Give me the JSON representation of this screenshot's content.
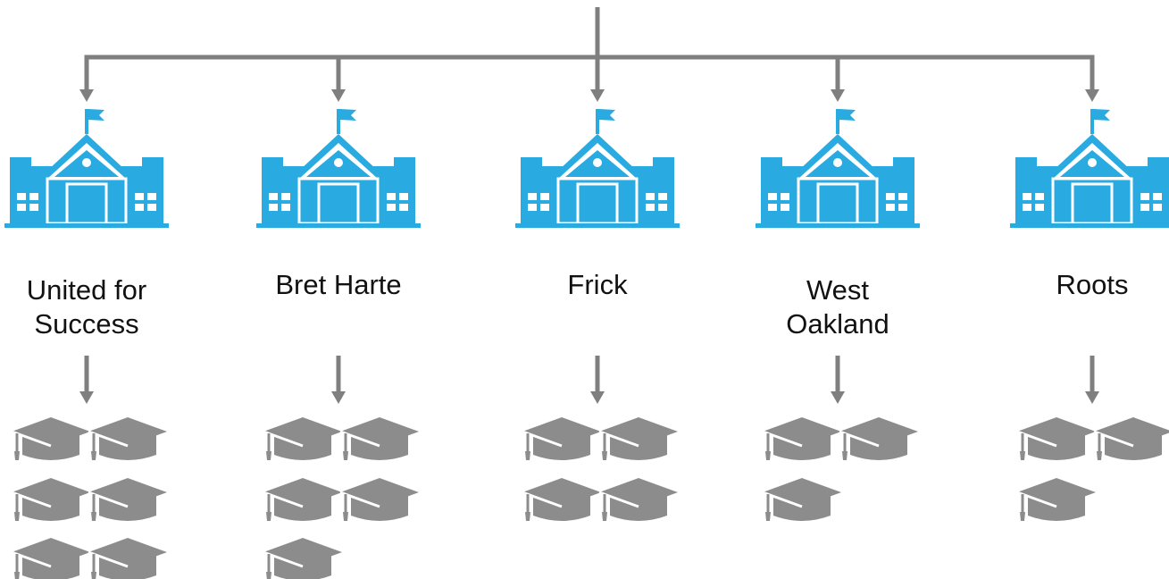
{
  "colors": {
    "connector": "#7f7f7f",
    "building": "#29abe2",
    "cap": "#8c8c8c",
    "background": "#ffffff"
  },
  "icons": {
    "school": "school-building-icon",
    "graduate": "graduation-cap-icon"
  },
  "schools": [
    {
      "name": "United for\nSuccess",
      "graduates": 6
    },
    {
      "name": "Bret Harte",
      "graduates": 5
    },
    {
      "name": "Frick",
      "graduates": 4
    },
    {
      "name": "West\nOakland",
      "graduates": 3
    },
    {
      "name": "Roots",
      "graduates": 3
    }
  ]
}
